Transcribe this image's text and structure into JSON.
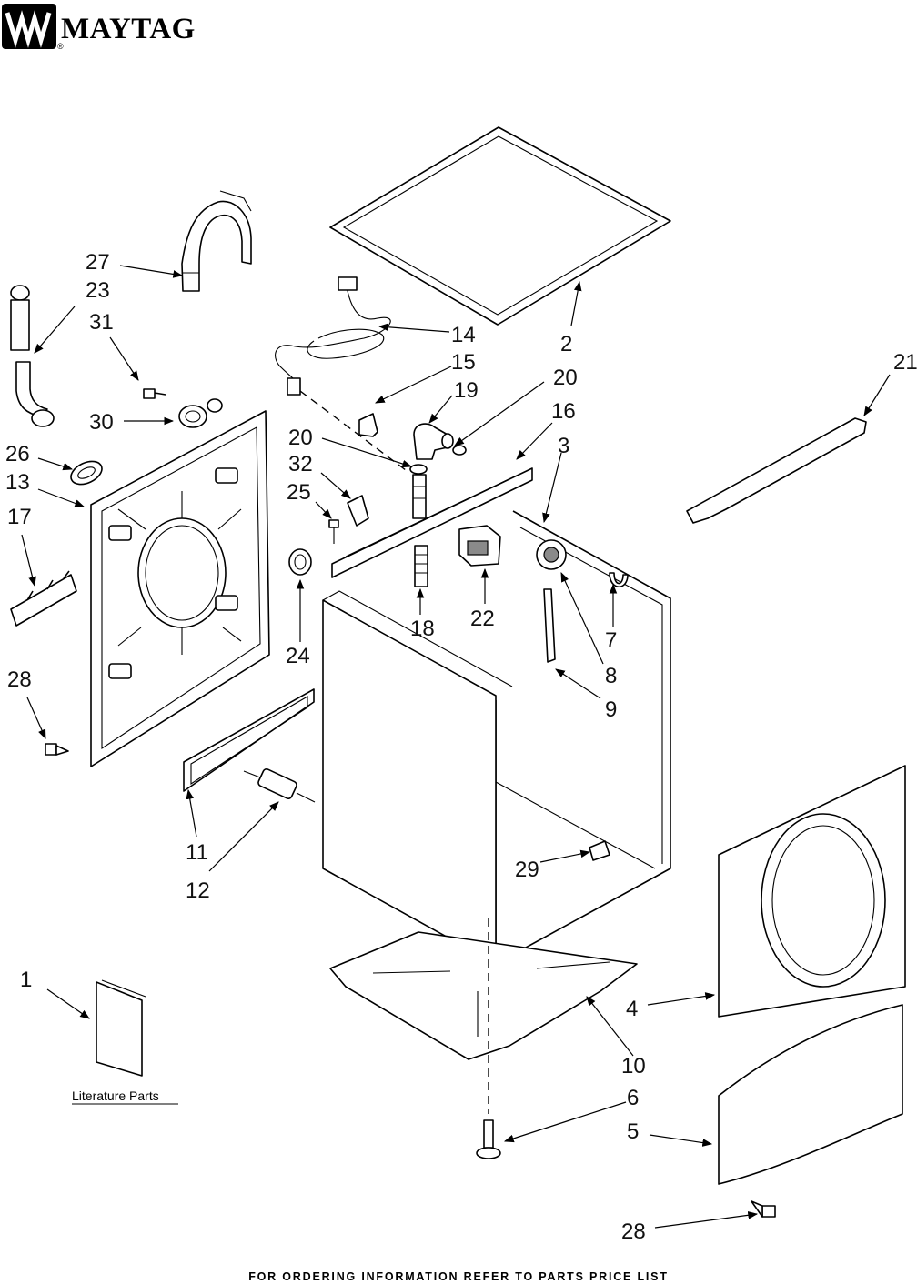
{
  "brand": {
    "name": "MAYTAG",
    "registered": "®"
  },
  "footer": "FOR ORDERING INFORMATION REFER TO PARTS PRICE LIST",
  "literature_label": "Literature Parts",
  "callouts": {
    "c1": "1",
    "c2": "2",
    "c3": "3",
    "c4": "4",
    "c5": "5",
    "c6": "6",
    "c7": "7",
    "c8": "8",
    "c9": "9",
    "c10": "10",
    "c11": "11",
    "c12": "12",
    "c13": "13",
    "c14": "14",
    "c15": "15",
    "c16": "16",
    "c17": "17",
    "c18": "18",
    "c19": "19",
    "c20a": "20",
    "c20b": "20",
    "c21": "21",
    "c22": "22",
    "c23": "23",
    "c24": "24",
    "c25": "25",
    "c26": "26",
    "c27": "27",
    "c28a": "28",
    "c28b": "28",
    "c29": "29",
    "c30": "30",
    "c31": "31",
    "c32": "32"
  }
}
